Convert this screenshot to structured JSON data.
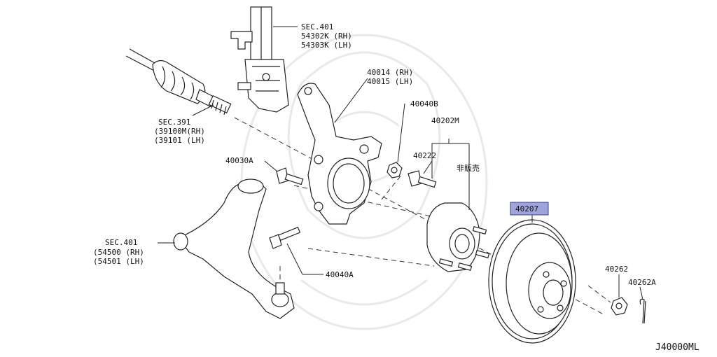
{
  "diagram": {
    "code": "J40000ML",
    "labels": {
      "sec401_top": "SEC.401",
      "sec401_top_rh": "54302K (RH)",
      "sec401_top_lh": "54303K (LH)",
      "knuckle_rh": "40014 (RH)",
      "knuckle_lh": "40015 (LH)",
      "nut_b": "40040B",
      "hub_assy": "40202M",
      "hub_bolt": "40222",
      "not_for_sale": "非販売",
      "sec391": "SEC.391",
      "sec391_rh": "(39100M(RH)",
      "sec391_lh": "(39101  (LH)",
      "bolt_a": "40030A",
      "rotor": "40207",
      "sec401_arm": "SEC.401",
      "sec401_arm_rh": "(54500 (RH)",
      "sec401_arm_lh": "(54501 (LH)",
      "bolt_40040a": "40040A",
      "nut_40262": "40262",
      "pin_40262a": "40262A"
    },
    "highlight_color": "#9ea4d9"
  }
}
